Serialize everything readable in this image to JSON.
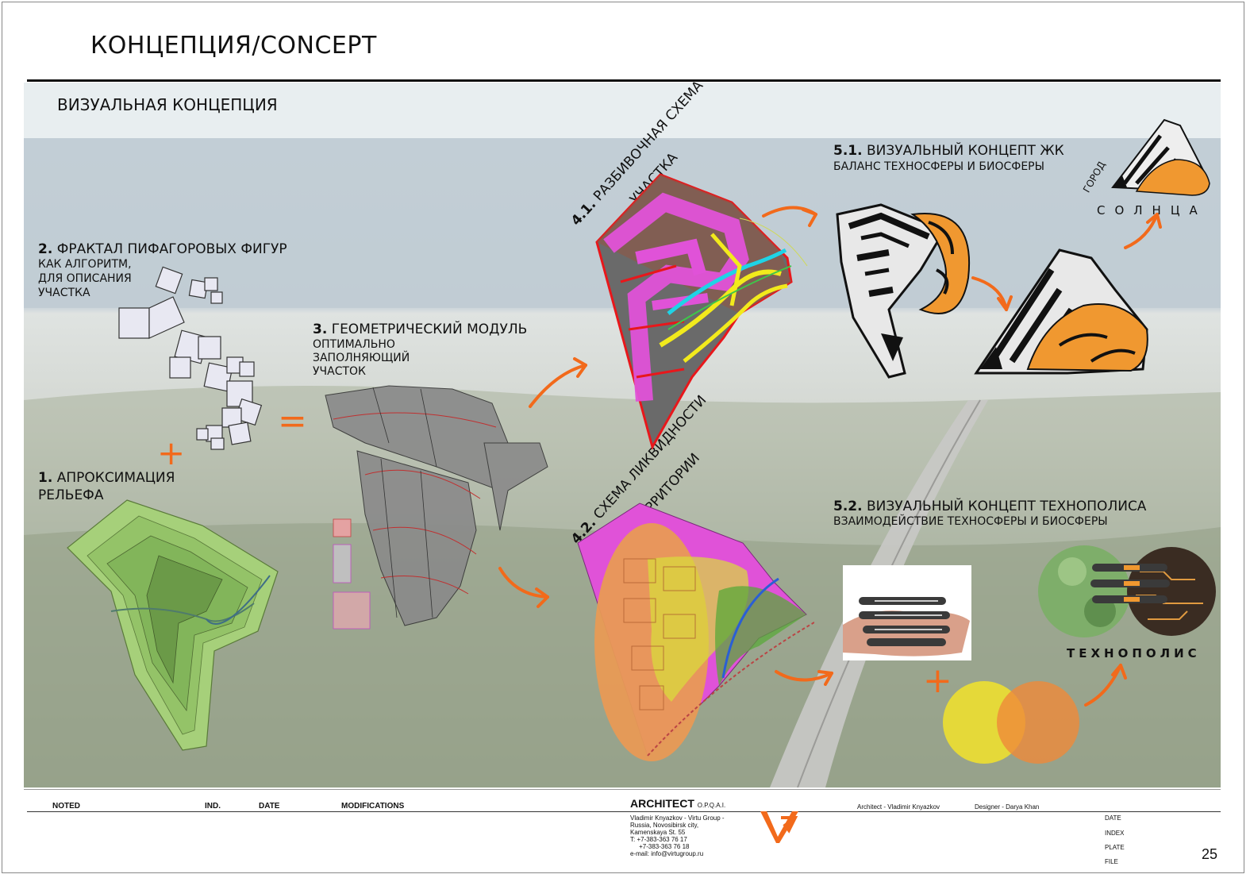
{
  "header": {
    "title": "КОНЦЕПЦИЯ/CONCEPT",
    "subtitle": "ВИЗУАЛЬНАЯ КОНЦЕПЦИЯ"
  },
  "steps": {
    "s1": {
      "num": "1.",
      "line1": " АПРОКСИМАЦИЯ",
      "line2": "РЕЛЬЕФА"
    },
    "s2": {
      "num": "2.",
      "title": " ФРАКТАЛ ПИФАГОРОВЫХ ФИГУР",
      "l1": "КАК АЛГОРИТМ,",
      "l2": "ДЛЯ ОПИСАНИЯ",
      "l3": "УЧАСТКА"
    },
    "s3": {
      "num": "3.",
      "title": " ГЕОМЕТРИЧЕСКИЙ МОДУЛЬ",
      "l1": "ОПТИМАЛЬНО",
      "l2": "ЗАПОЛНЯЮЩИЙ",
      "l3": "УЧАСТОК"
    },
    "s41": {
      "num": "4.1.",
      "line1": " РАЗБИВОЧНАЯ СХЕМА",
      "line2": "УЧАСТКА"
    },
    "s42": {
      "num": "4.2.",
      "line1": " СХЕМА ЛИКВИДНОСТИ",
      "line2": "ТЕРРИТОРИИ"
    },
    "s51": {
      "num": "5.1.",
      "title": " ВИЗУАЛЬНЫЙ КОНЦЕПТ ЖК",
      "sub": "БАЛАНС ТЕХНОСФЕРЫ И БИОСФЕРЫ"
    },
    "s52": {
      "num": "5.2.",
      "title": " ВИЗУАЛЬНЫЙ КОНЦЕПТ ТЕХНОПОЛИСА",
      "sub": "ВЗАИМОДЕЙСТВИЕ ТЕХНОСФЕРЫ И БИОСФЕРЫ"
    }
  },
  "operators": {
    "plus": "+",
    "equals": "="
  },
  "logos": {
    "sun_city_small": "ГОРОД",
    "sun_city_big": "СОЛНЦА",
    "technopolis": "ТЕХНОПОЛИС"
  },
  "footer": {
    "cols": {
      "noted": "NOTED",
      "ind": "IND.",
      "date": "DATE",
      "mods": "MODIFICATIONS"
    },
    "architect_title": "ARCHITECT",
    "architect_suffix": "O.P.Q.A.I.",
    "address": [
      "Vladimir Knyazkov - Virtu Group -",
      "Russia, Novosibirsk city,",
      "Kamenskaya St. 55",
      "T: +7-383-363 76 17",
      "     +7-383-363 76 18",
      "e-mail: info@virtugroup.ru"
    ],
    "architect_name": "Architect - Vladimir Knyazkov",
    "designer_name": "Designer - Darya Khan",
    "meta": [
      "DATE",
      "INDEX",
      "PLATE",
      "FILE"
    ],
    "page_number": "25"
  },
  "colors": {
    "accent": "#f26a1b",
    "magenta": "#e052d8",
    "orange_area": "#e89a55",
    "yellow": "#f2ea1c"
  }
}
